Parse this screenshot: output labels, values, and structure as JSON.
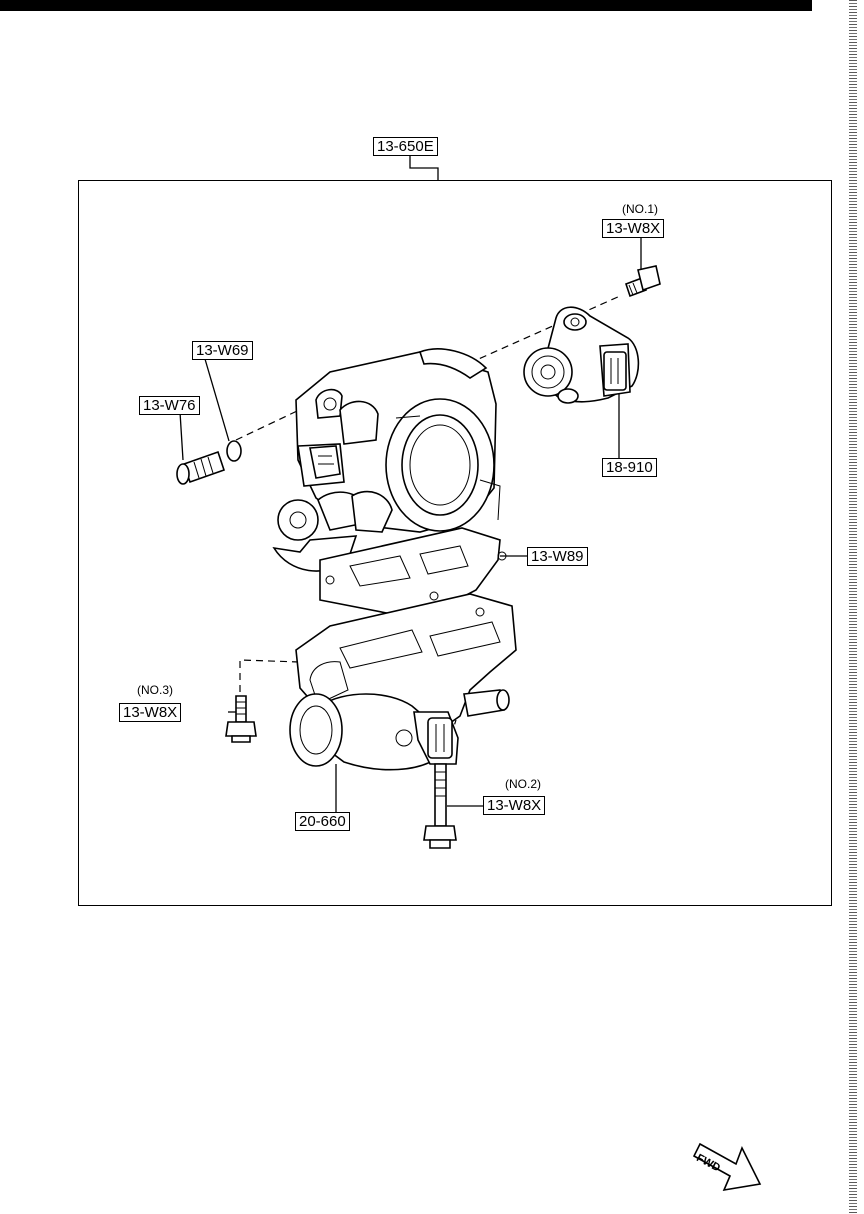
{
  "assembly": {
    "label": "13-650E"
  },
  "parts": {
    "tp_sensor_screw": {
      "note": "(NO.1)",
      "label": "13-W8X"
    },
    "oring": {
      "label": "13-W69"
    },
    "adjust_screw": {
      "label": "13-W76"
    },
    "tp_sensor": {
      "label": "18-910"
    },
    "gasket": {
      "label": "13-W89"
    },
    "bolt_no3": {
      "note": "(NO.3)",
      "label": "13-W8X"
    },
    "bolt_no2": {
      "note": "(NO.2)",
      "label": "13-W8X"
    },
    "iac_valve": {
      "label": "20-660"
    }
  },
  "direction": {
    "label": "FWD"
  }
}
